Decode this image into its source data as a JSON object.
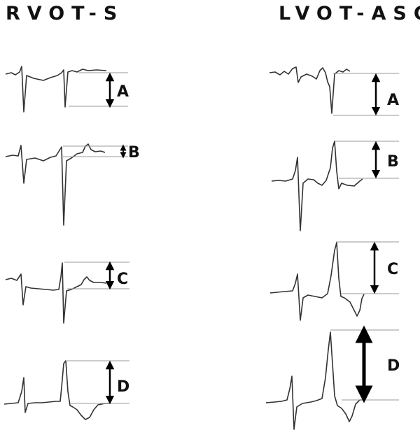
{
  "columns": [
    {
      "title": "RVOT-S",
      "panels": [
        "A",
        "B",
        "C",
        "D"
      ]
    },
    {
      "title": "LVOT-ASC",
      "panels": [
        "A",
        "B",
        "C",
        "D"
      ]
    }
  ],
  "colors": {
    "trace": "#333333",
    "guide": "#999999",
    "arrow": "#000000"
  }
}
